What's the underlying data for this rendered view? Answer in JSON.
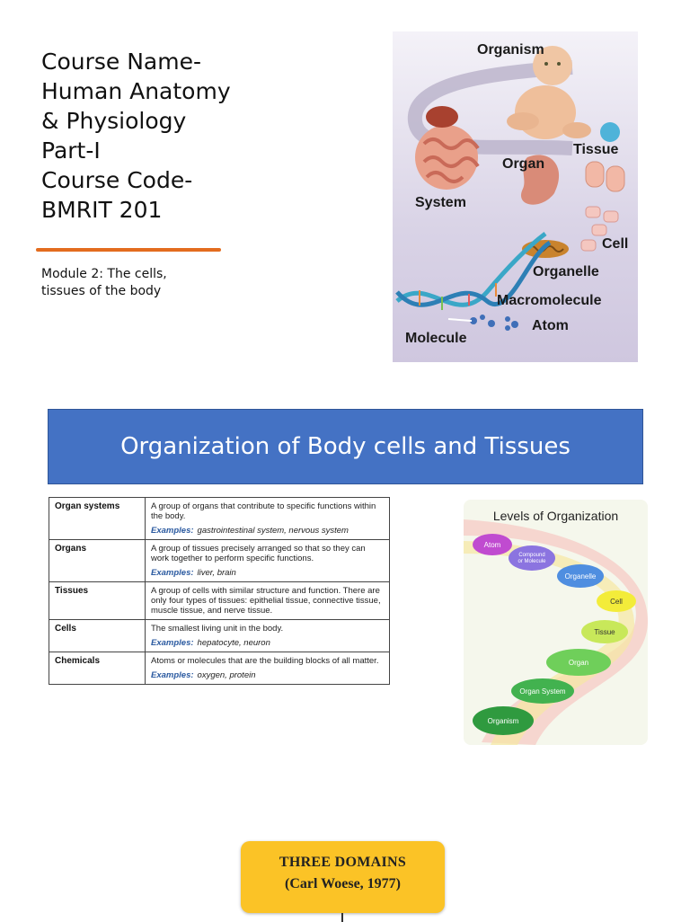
{
  "slide1": {
    "title_lines": [
      "Course Name-",
      "Human Anatomy",
      "& Physiology",
      "Part-I",
      "Course Code-",
      "BMRIT 201"
    ],
    "module_lines": [
      "Module 2: The cells,",
      "tissues of the body"
    ],
    "figure_labels": {
      "organism": "Organism",
      "tissue": "Tissue",
      "organ": "Organ",
      "system": "System",
      "cell": "Cell",
      "organelle": "Organelle",
      "macromolecule": "Macromolecule",
      "atom": "Atom",
      "molecule": "Molecule"
    },
    "accent_color": "#e36c1f"
  },
  "slide2": {
    "banner_title": "Organization of Body cells and Tissues",
    "banner_color": "#4472c4",
    "examples_label": "Examples:",
    "table_rows": [
      {
        "term": "Organ systems",
        "description": "A group of organs that contribute to specific functions within the body.",
        "examples": "gastrointestinal system, nervous system"
      },
      {
        "term": "Organs",
        "description": "A group of tissues precisely arranged so that so they can work together to perform specific functions.",
        "examples": "liver, brain"
      },
      {
        "term": "Tissues",
        "description": "A group of cells with similar structure and function. There are only four types of tissues: epithelial tissue, connective tissue, muscle tissue, and nerve tissue.",
        "examples": ""
      },
      {
        "term": "Cells",
        "description": "The smallest living unit in the body.",
        "examples": "hepatocyte, neuron"
      },
      {
        "term": "Chemicals",
        "description": "Atoms or molecules that are the building blocks of all matter.",
        "examples": "oxygen, protein"
      }
    ],
    "levels_figure": {
      "title": "Levels of Organization",
      "levels": [
        "Atom",
        "Compound or Molecule",
        "Organelle",
        "Cell",
        "Tissue",
        "Organ",
        "Organ System",
        "Organism"
      ]
    }
  },
  "slide3": {
    "domains_title": "THREE DOMAINS",
    "domains_subtitle": "(Carl Woese, 1977)",
    "box_color": "#fbc326"
  }
}
